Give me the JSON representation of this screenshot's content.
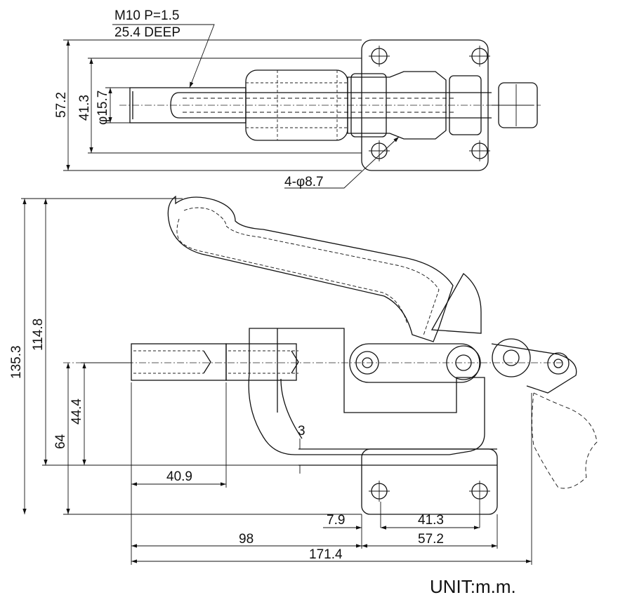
{
  "top_view": {
    "thread_spec": "M10  P=1.5",
    "thread_depth": "25.4  DEEP",
    "plate_width": "57.2",
    "hole_spacing": "41.3",
    "pin_diameter": "φ15.7",
    "mounting_holes": "4-φ8.7"
  },
  "side_view": {
    "overall_height": "135.3",
    "handle_height": "114.8",
    "plunger_height": "64",
    "plunger_to_base": "44.4",
    "gap": "3",
    "plunger_length": "40.9",
    "base_hole_offset": "7.9",
    "base_hole_spacing": "41.3",
    "base_length": "57.2",
    "tip_to_base": "98",
    "overall_length": "171.4"
  },
  "unit_label": "UNIT:m.m."
}
